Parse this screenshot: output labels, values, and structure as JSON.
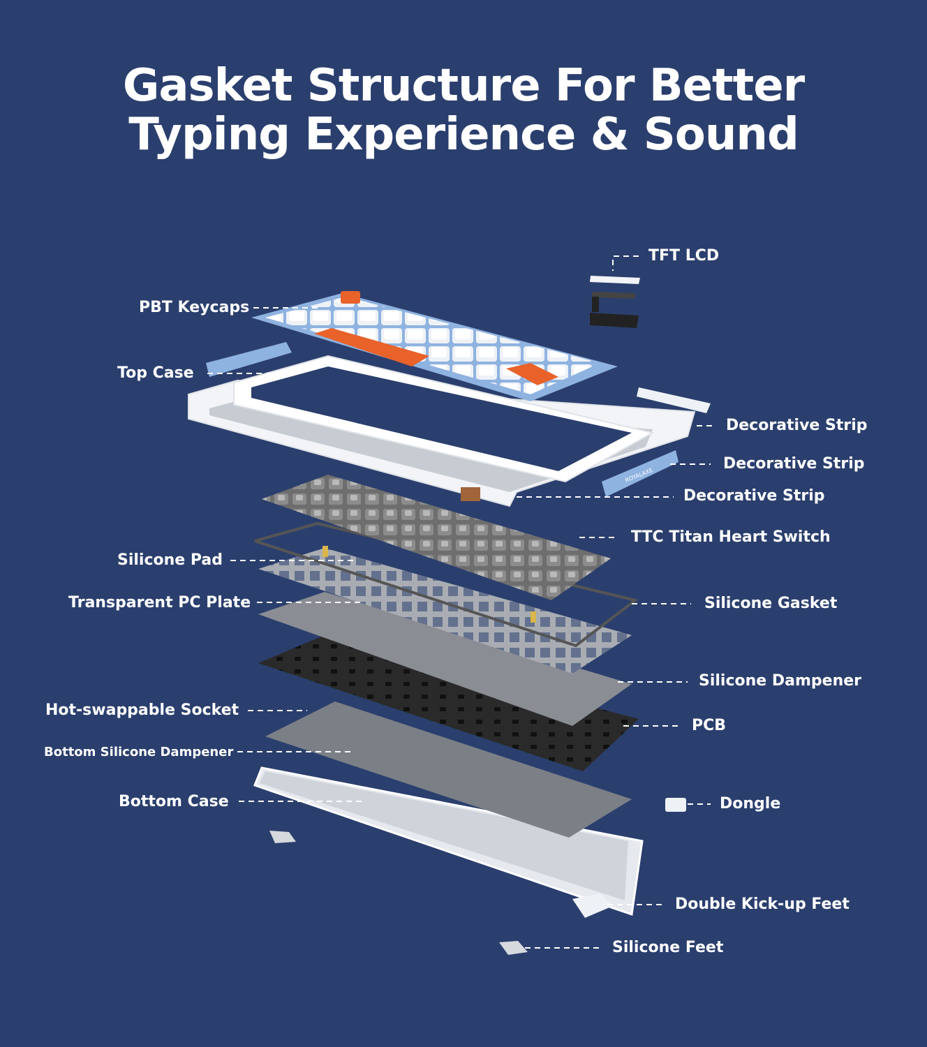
{
  "title": {
    "line1": "Gasket Structure For Better",
    "line2": "Typing Experience & Sound"
  },
  "colors": {
    "background": "#2b3f6e",
    "text": "#ffffff",
    "keycap_white": "#eef2f7",
    "keycap_blue": "#8fb3e0",
    "keycap_orange": "#e8622a",
    "pcb": "#2a2a2a",
    "plate": "#9a9a9a",
    "switch": "#8c8c8c"
  },
  "brand_mark": "ROYALAXE",
  "labels": {
    "tft_lcd": "TFT LCD",
    "pbt_keycaps": "PBT Keycaps",
    "top_case": "Top Case",
    "decorative_strip_1": "Decorative Strip",
    "decorative_strip_2": "Decorative Strip",
    "decorative_strip_3": "Decorative Strip",
    "ttc_switch": "TTC Titan Heart Switch",
    "silicone_pad": "Silicone Pad",
    "transparent_pc_plate": "Transparent PC Plate",
    "silicone_gasket": "Silicone Gasket",
    "silicone_dampener": "Silicone Dampener",
    "hot_swappable_socket": "Hot-swappable Socket",
    "pcb": "PCB",
    "bottom_silicone_dampener": "Bottom Silicone Dampener",
    "bottom_case": "Bottom Case",
    "dongle": "Dongle",
    "double_kickup_feet": "Double Kick-up Feet",
    "silicone_feet": "Silicone Feet"
  }
}
